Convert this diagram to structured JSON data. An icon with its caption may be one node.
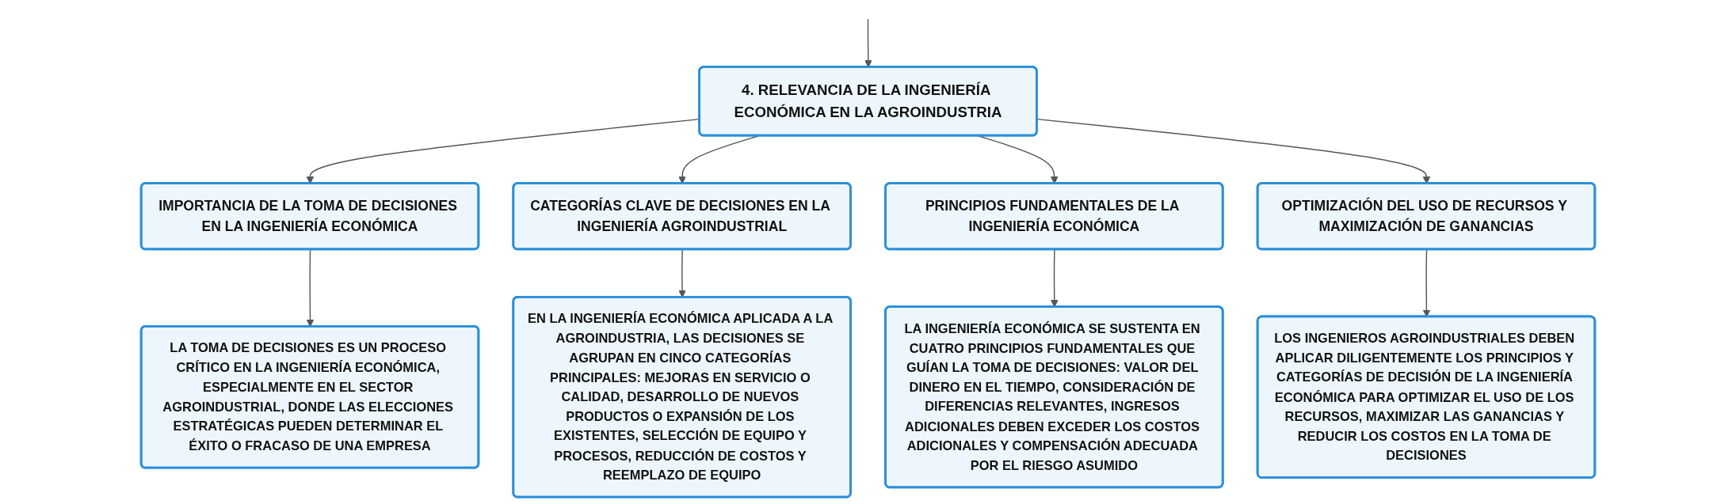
{
  "diagram": {
    "nodes": [
      {
        "text": [
          "4. RELEVANCIA DE LA INGENIERÍA ECONÓMICA EN LA AGROINDUSTRIA"
        ]
      },
      {
        "text": [
          "IMPORTANCIA DE LA TOMA DE DECISIONES EN LA INGENIERÍA ECONÓMICA"
        ]
      },
      {
        "text": [
          "CATEGORÍAS CLAVE DE DECISIONES EN LA INGENIERÍA AGROINDUSTRIAL"
        ]
      },
      {
        "text": [
          "PRINCIPIOS FUNDAMENTALES DE LA INGENIERÍA ECONÓMICA"
        ]
      },
      {
        "text": [
          "OPTIMIZACIÓN DEL USO DE RECURSOS Y MAXIMIZACIÓN DE GANANCIAS"
        ]
      },
      {
        "text": [
          "LA TOMA DE DECISIONES ES UN PROCESO CRÍTICO EN LA INGENIERÍA ECONÓMICA, ESPECIALMENTE EN EL SECTOR AGROINDUSTRIAL, DONDE LAS ELECCIONES ESTRATÉGICAS PUEDEN DETERMINAR EL ÉXITO O FRACASO DE UNA EMPRESA"
        ]
      },
      {
        "text": [
          "EN LA INGENIERÍA ECONÓMICA APLICADA A LA AGROINDUSTRIA, LAS DECISIONES SE AGRUPAN EN CINCO CATEGORÍAS PRINCIPALES: MEJORAS EN SERVICIO O CALIDAD, DESARROLLO DE NUEVOS PRODUCTOS O EXPANSIÓN DE LOS EXISTENTES, SELECCIÓN DE EQUIPO Y PROCESOS, REDUCCIÓN DE COSTOS Y REEMPLAZO DE EQUIPO"
        ]
      },
      {
        "text": [
          "LA INGENIERÍA ECONÓMICA SE SUSTENTA EN CUATRO PRINCIPIOS FUNDAMENTALES QUE GUÍAN LA TOMA DE DECISIONES: VALOR DEL DINERO EN EL TIEMPO, CONSIDERACIÓN DE DIFERENCIAS RELEVANTES, INGRESOS ADICIONALES DEBEN EXCEDER LOS COSTOS ADICIONALES Y COMPENSACIÓN ADECUADA POR EL RIESGO ASUMIDO"
        ]
      },
      {
        "text": [
          "LOS INGENIEROS AGROINDUSTRIALES DEBEN APLICAR DILIGENTEMENTE LOS PRINCIPIOS Y CATEGORÍAS DE DECISIÓN DE LA INGENIERÍA ECONÓMICA PARA OPTIMIZAR EL USO DE LOS RECURSOS, MAXIMIZAR LAS GANANCIAS Y REDUCIR LOS COSTOS EN LA TOMA DE DECISIONES"
        ]
      }
    ],
    "edges": [
      {
        "from": null,
        "to": 0,
        "arrow": "to"
      },
      {
        "from": 0,
        "to": 1,
        "arrow": "to"
      },
      {
        "from": 0,
        "to": 2,
        "arrow": "to"
      },
      {
        "from": 0,
        "to": 3,
        "arrow": "to"
      },
      {
        "from": 0,
        "to": 4,
        "arrow": "to"
      },
      {
        "from": 1,
        "to": 5,
        "arrow": "to"
      },
      {
        "from": 2,
        "to": 6,
        "arrow": "to"
      },
      {
        "from": 3,
        "to": 7,
        "arrow": "to"
      },
      {
        "from": 4,
        "to": 8,
        "arrow": "to"
      }
    ]
  }
}
